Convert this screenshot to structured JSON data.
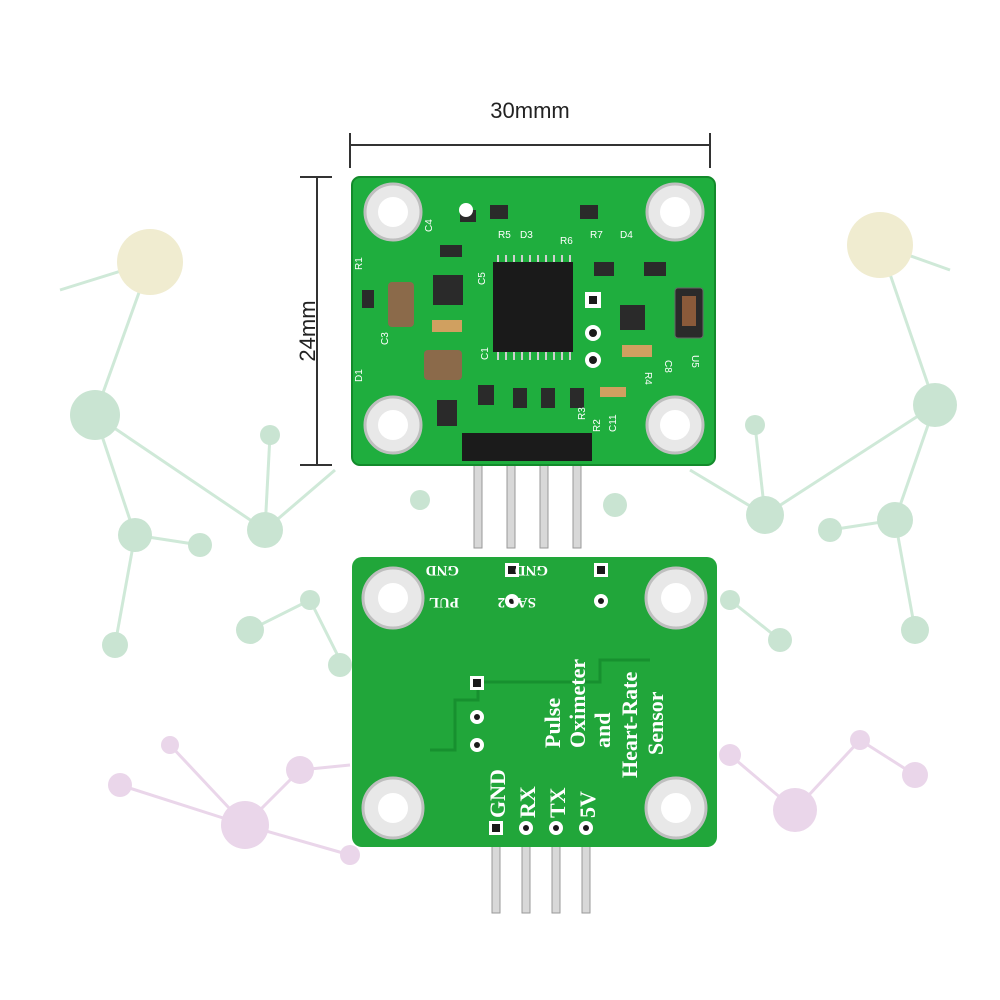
{
  "dimensions": {
    "width_label": "30mmm",
    "height_label": "24mm"
  },
  "front_board": {
    "component_labels": [
      "C4",
      "R5",
      "R6",
      "R7",
      "D4",
      "D3",
      "R1",
      "C5",
      "C3",
      "U5",
      "D1",
      "R4",
      "C8",
      "C11",
      "R2",
      "R3",
      "C1"
    ]
  },
  "back_board": {
    "pads_top": [
      "GND",
      "GND"
    ],
    "pads_second": [
      "PUL",
      "SAO2"
    ],
    "title_lines": [
      "Pulse",
      "Oximeter",
      "and",
      "Heart-Rate",
      "Sensor"
    ],
    "pin_labels": [
      "GND",
      "RX",
      "TX",
      "5V"
    ]
  },
  "colors": {
    "pcb_green": "#21a63a",
    "pcb_dark": "#137a27",
    "silkscreen": "#ffffff",
    "network_green": "#a8d8b8",
    "network_purple": "#e0c0e0",
    "network_yellow": "#f0e8c0"
  }
}
